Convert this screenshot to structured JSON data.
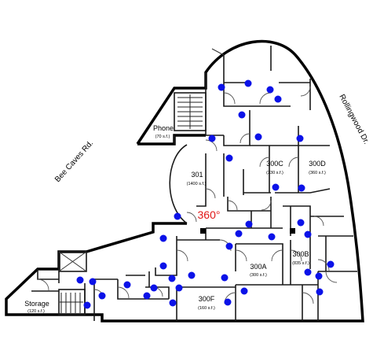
{
  "map": {
    "streets": {
      "bee_caves": "Bee Caves Rd.",
      "rollingwood": "Rollingwood Dr."
    },
    "rooms": [
      {
        "id": "phone",
        "name": "Phone",
        "area": "(70 s.f.)"
      },
      {
        "id": "301",
        "name": "301",
        "area": "(1400 s.f.)"
      },
      {
        "id": "300c",
        "name": "300C",
        "area": "(330 s.f.)"
      },
      {
        "id": "300d",
        "name": "300D",
        "area": "(360 s.f.)"
      },
      {
        "id": "300a",
        "name": "300A",
        "area": "(300 s.f.)"
      },
      {
        "id": "300b",
        "name": "300B",
        "area": "(835 s.f.)"
      },
      {
        "id": "300f",
        "name": "300F",
        "area": "(160 s.f.)"
      },
      {
        "id": "storage",
        "name": "Storage",
        "area": "(120 s.f.)"
      }
    ],
    "pano_label": "360°",
    "colors": {
      "hotspot": "#0b12e8",
      "pano_label": "#e01818",
      "walls": "#000000"
    },
    "hotspot_count": 38
  }
}
